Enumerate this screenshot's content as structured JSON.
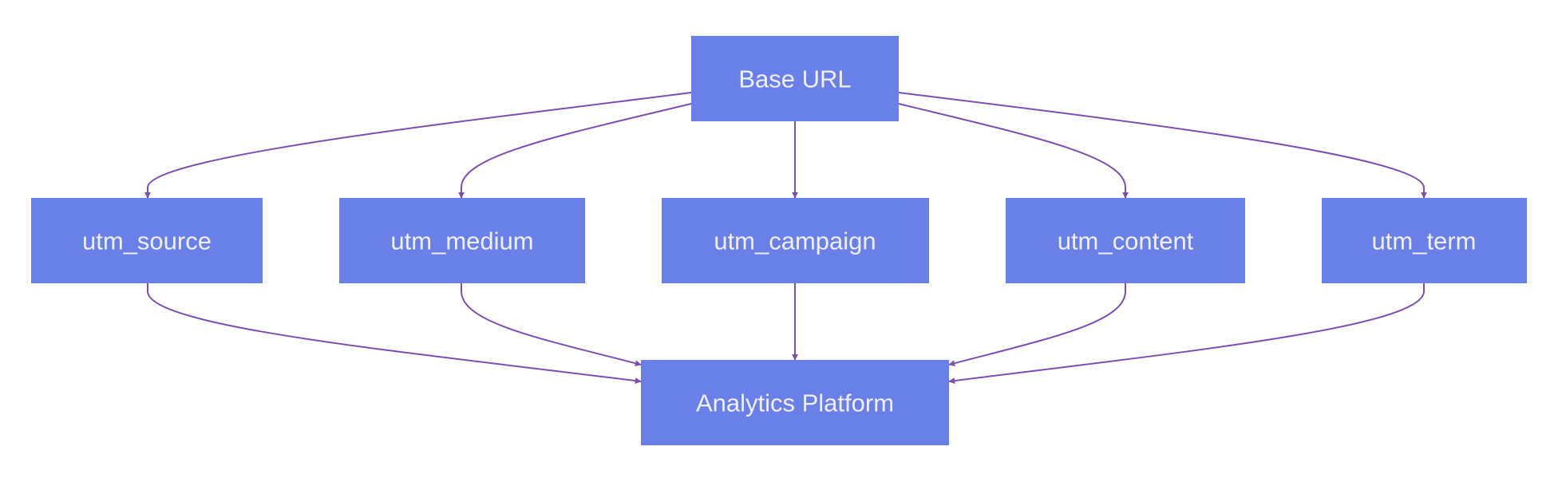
{
  "colors": {
    "node_fill": "#6a80e9",
    "node_text": "#eef0ff",
    "edge": "#7a4fae",
    "background": "#ffffff"
  },
  "nodes": {
    "base_url": "Base URL",
    "utm_source": "utm_source",
    "utm_medium": "utm_medium",
    "utm_campaign": "utm_campaign",
    "utm_content": "utm_content",
    "utm_term": "utm_term",
    "analytics": "Analytics Platform"
  },
  "edges": [
    {
      "from": "base_url",
      "to": "utm_source"
    },
    {
      "from": "base_url",
      "to": "utm_medium"
    },
    {
      "from": "base_url",
      "to": "utm_campaign"
    },
    {
      "from": "base_url",
      "to": "utm_content"
    },
    {
      "from": "base_url",
      "to": "utm_term"
    },
    {
      "from": "utm_source",
      "to": "analytics"
    },
    {
      "from": "utm_medium",
      "to": "analytics"
    },
    {
      "from": "utm_campaign",
      "to": "analytics"
    },
    {
      "from": "utm_content",
      "to": "analytics"
    },
    {
      "from": "utm_term",
      "to": "analytics"
    }
  ]
}
